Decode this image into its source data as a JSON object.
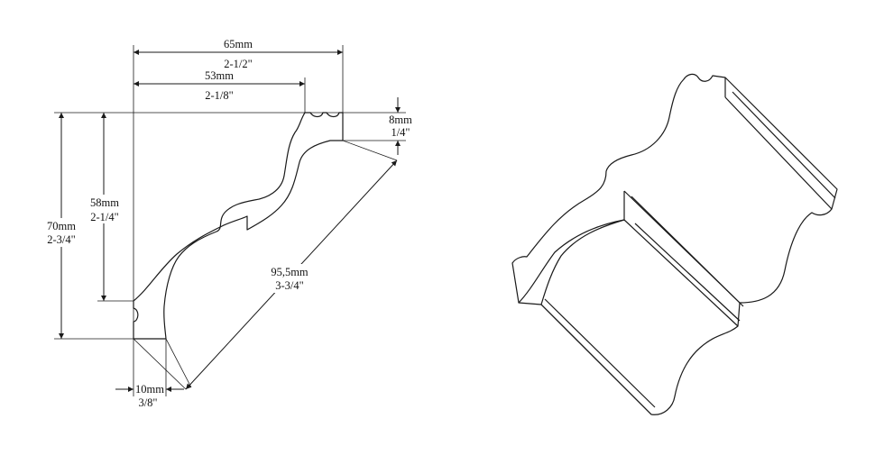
{
  "dimensions": {
    "width_total": {
      "metric": "65mm",
      "imperial": "2-1/2\""
    },
    "width_face": {
      "metric": "53mm",
      "imperial": "2-1/8\""
    },
    "top_flat": {
      "metric": "8mm",
      "imperial": "1/4\""
    },
    "height_face": {
      "metric": "58mm",
      "imperial": "2-1/4\""
    },
    "height_total": {
      "metric": "70mm",
      "imperial": "2-3/4\""
    },
    "diagonal_face": {
      "metric": "95,5mm",
      "imperial": "3-3/4\""
    },
    "bottom_flat": {
      "metric": "10mm",
      "imperial": "3/8\""
    }
  },
  "colors": {
    "line": "#1a1a1a",
    "background": "#ffffff"
  }
}
